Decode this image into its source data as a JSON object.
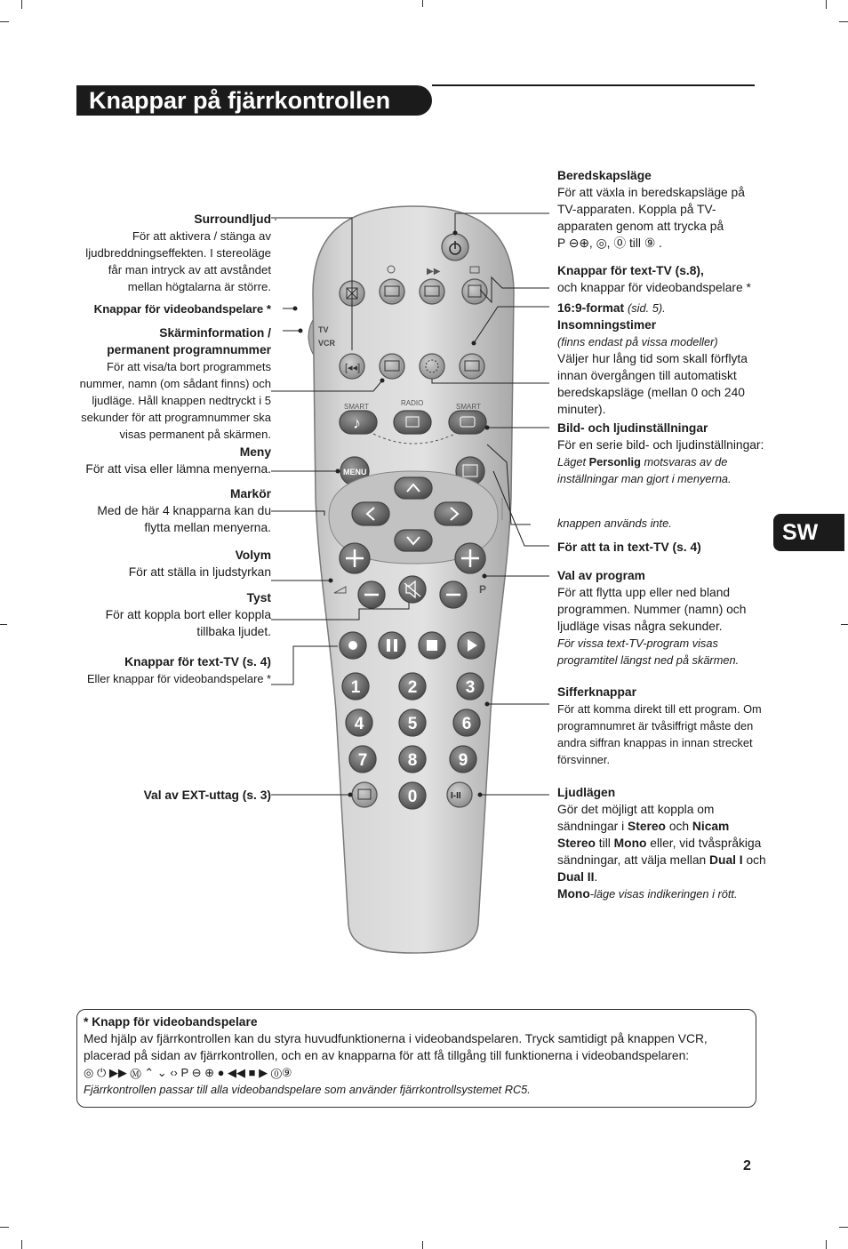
{
  "title": "Knappar på fjärrkontrollen",
  "lang_tab": "SW",
  "page_number": "2",
  "left": {
    "surround_title": "Surroundljud",
    "surround_text": "För att aktivera / stänga av ljudbreddningseffekten. I stereoläge får man intryck av att avståndet mellan högtalarna är större.",
    "vcr_keys": "Knappar för videobandspelare *",
    "screen_info_title1": "Skärminformation /",
    "screen_info_title2": "permanent programnummer",
    "screen_info_text": "För att visa/ta bort programmets nummer, namn (om sådant finns) och ljudläge. Håll knappen nedtryckt i 5 sekunder för att programnummer ska visas permanent på skärmen.",
    "menu_title": "Meny",
    "menu_text": "För att visa eller lämna menyerna.",
    "cursor_title": "Markör",
    "cursor_text": "Med de här 4 knapparna kan du flytta mellan menyerna.",
    "volume_title": "Volym",
    "volume_text": "För att ställa in ljudstyrkan",
    "mute_title": "Tyst",
    "mute_text": "För att koppla bort eller koppla tillbaka ljudet.",
    "teletext_title": "Knappar för text-TV (s. 4)",
    "teletext_text": "Eller knappar för videobandspelare *",
    "ext_title": "Val av EXT-uttag (s. 3)"
  },
  "right": {
    "standby_title": "Beredskapsläge",
    "standby_text1": "För att växla in beredskapsläge på TV-apparaten. Koppla på TV-apparaten genom att trycka på",
    "standby_text2_p": "P",
    "standby_text2_till": "till",
    "teletext_title": "Knappar för text-TV (s.8),",
    "teletext_text": "och knappar för videobandspelare *",
    "format_title": "16:9-format",
    "format_ref": "(sid. 5).",
    "sleep_title": "Insomningstimer",
    "sleep_note": "(finns endast på vissa modeller)",
    "sleep_text": "Väljer hur lång tid som skall förflyta innan övergången till automatiskt beredskapsläge (mellan 0 och 240 minuter).",
    "picsound_title": "Bild- och ljudinställningar",
    "picsound_text": "För en serie bild- och ljudinställningar:",
    "picsound_note_a": "Läget",
    "picsound_note_b": "Personlig",
    "picsound_note_c": "motsvaras av de inställningar man gjort i menyerna.",
    "unused": "knappen används inte.",
    "teletext_on": "För att ta in text-TV (s. 4)",
    "prog_title": "Val av program",
    "prog_text": "För att flytta upp eller ned bland programmen. Nummer (namn) och ljudläge visas några sekunder.",
    "prog_note": "För vissa text-TV-program visas programtitel längst ned på skärmen.",
    "digits_title": "Sifferknappar",
    "digits_text": "För att komma direkt till ett program. Om programnumret är tvåsiffrigt måste den andra siffran knappas in innan strecket försvinner.",
    "sound_title": "Ljudlägen",
    "sound_text_a": "Gör det möjligt att koppla om sändningar i",
    "stereo": "Stereo",
    "och": "och",
    "nicam_stereo": "Nicam Stereo",
    "till": "till",
    "mono": "Mono",
    "sound_text_b": "eller, vid tvåspråkiga sändningar, att välja mellan",
    "dual1": "Dual I",
    "dual2": "Dual II",
    "mono_note": "-läge visas indikeringen i rött."
  },
  "remote": {
    "tv": "TV",
    "vcr": "VCR",
    "smart1": "SMART",
    "radio": "RADIO",
    "smart2": "SMART",
    "menu": "MENU",
    "p": "P",
    "digits": [
      "1",
      "2",
      "3",
      "4",
      "5",
      "6",
      "7",
      "8",
      "9",
      "0"
    ],
    "dual": "I-II"
  },
  "note": {
    "title": "* Knapp för videobandspelare",
    "text": "Med hjälp av fjärrkontrollen kan du styra huvudfunktionerna i videobandspelaren. Tryck samtidigt på knappen VCR, placerad på sidan av fjärrkontrollen, och en av knapparna för att få tillgång till funktionerna i videobandspelaren:",
    "p": "P",
    "footer": "Fjärrkontrollen passar till alla videobandspelare som använder fjärrkontrollsystemet RC5."
  }
}
